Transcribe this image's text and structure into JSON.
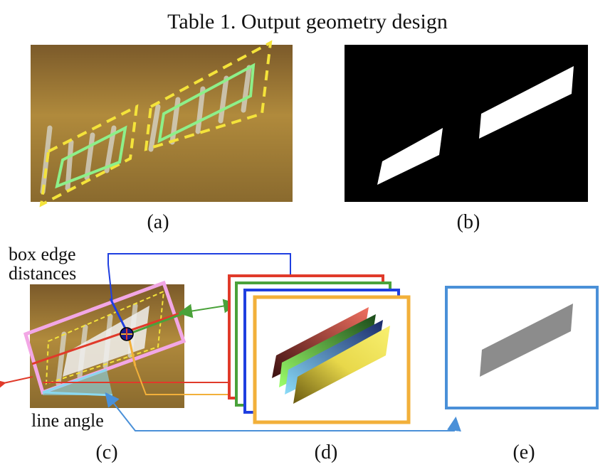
{
  "title": "Table 1. Output geometry design",
  "captions": {
    "a": "(a)",
    "b": "(b)",
    "c": "(c)",
    "d": "(d)",
    "e": "(e)"
  },
  "labels": {
    "box_edge_line1": "box edge",
    "box_edge_line2": "distances",
    "line_angle": "line angle"
  },
  "colors": {
    "photo_brown": "#8a6322",
    "yellow_dashed": "#f4e33a",
    "green_box": "#8df08a",
    "pink_box": "#f2a7e5",
    "red": "#e03a2a",
    "green": "#4aa23a",
    "blue": "#1f3fe0",
    "orange": "#f2b03a",
    "light_blue": "#4a90d8",
    "gray_shape": "#8c8c8c"
  }
}
